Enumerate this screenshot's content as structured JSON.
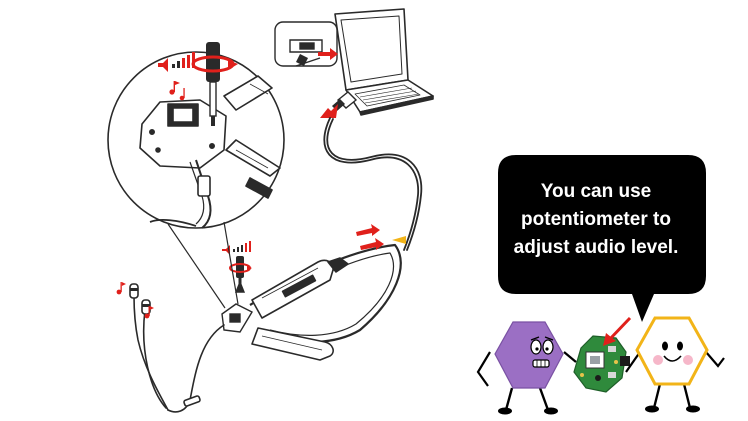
{
  "speech_bubble": {
    "lines": [
      "You can use",
      "potentiometer to",
      "adjust audio level."
    ]
  },
  "colors": {
    "accent_red": "#e0201b",
    "line_dark": "#2a2a2a",
    "bubble_fill": "#000000",
    "bubble_text": "#ffffff",
    "purple_hexagon": "#9b6fc4",
    "yellow_hexagon_outline": "#f2b418",
    "cheek_pink": "#f6b7c9",
    "pcb_green": "#2f8a3c"
  },
  "icons": [
    "laptop-icon",
    "usb-connector-icon",
    "screwdriver-icon",
    "volume-level-icon",
    "rotation-arrow-icon",
    "music-note-icon",
    "earphones-icon",
    "neckband-headset-icon",
    "magnifier-circle-icon",
    "pcb-board-icon",
    "purple-hexagon-character",
    "yellow-hexagon-character"
  ]
}
